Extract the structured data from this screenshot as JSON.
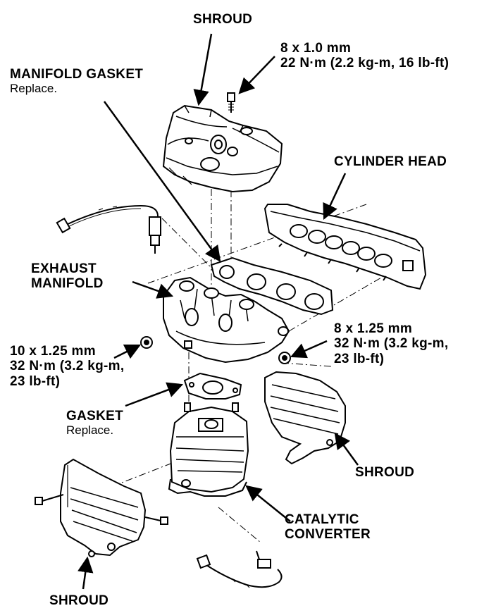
{
  "colors": {
    "ink": "#000000",
    "paper": "#ffffff",
    "part_fill": "#ffffff",
    "shade": "#d9d9d9"
  },
  "labels": {
    "shroud_top": "SHROUD",
    "bolt_top": {
      "line1": "8 x 1.0 mm",
      "line2": "22 N·m (2.2 kg-m, 16 lb-ft)"
    },
    "manifold_gasket": {
      "title": "MANIFOLD GASKET",
      "note": "Replace."
    },
    "cylinder_head": "CYLINDER HEAD",
    "exhaust_manifold": {
      "line1": "EXHAUST",
      "line2": "MANIFOLD"
    },
    "nut_right": {
      "line1": "8 x 1.25 mm",
      "line2": "32 N·m (3.2 kg-m,",
      "line3": "23 lb-ft)"
    },
    "nut_left": {
      "line1": "10 x 1.25 mm",
      "line2": "32 N·m (3.2 kg-m,",
      "line3": "23 lb-ft)"
    },
    "gasket": {
      "title": "GASKET",
      "note": "Replace."
    },
    "shroud_right": "SHROUD",
    "catalytic_converter": {
      "line1": "CATALYTIC",
      "line2": "CONVERTER"
    },
    "shroud_bottom": "SHROUD"
  },
  "icons": [
    "leader-arrow",
    "bolt",
    "nut",
    "oxygen-sensor",
    "heat-shroud",
    "exhaust-manifold",
    "gasket",
    "cylinder-head",
    "catalytic-converter"
  ]
}
